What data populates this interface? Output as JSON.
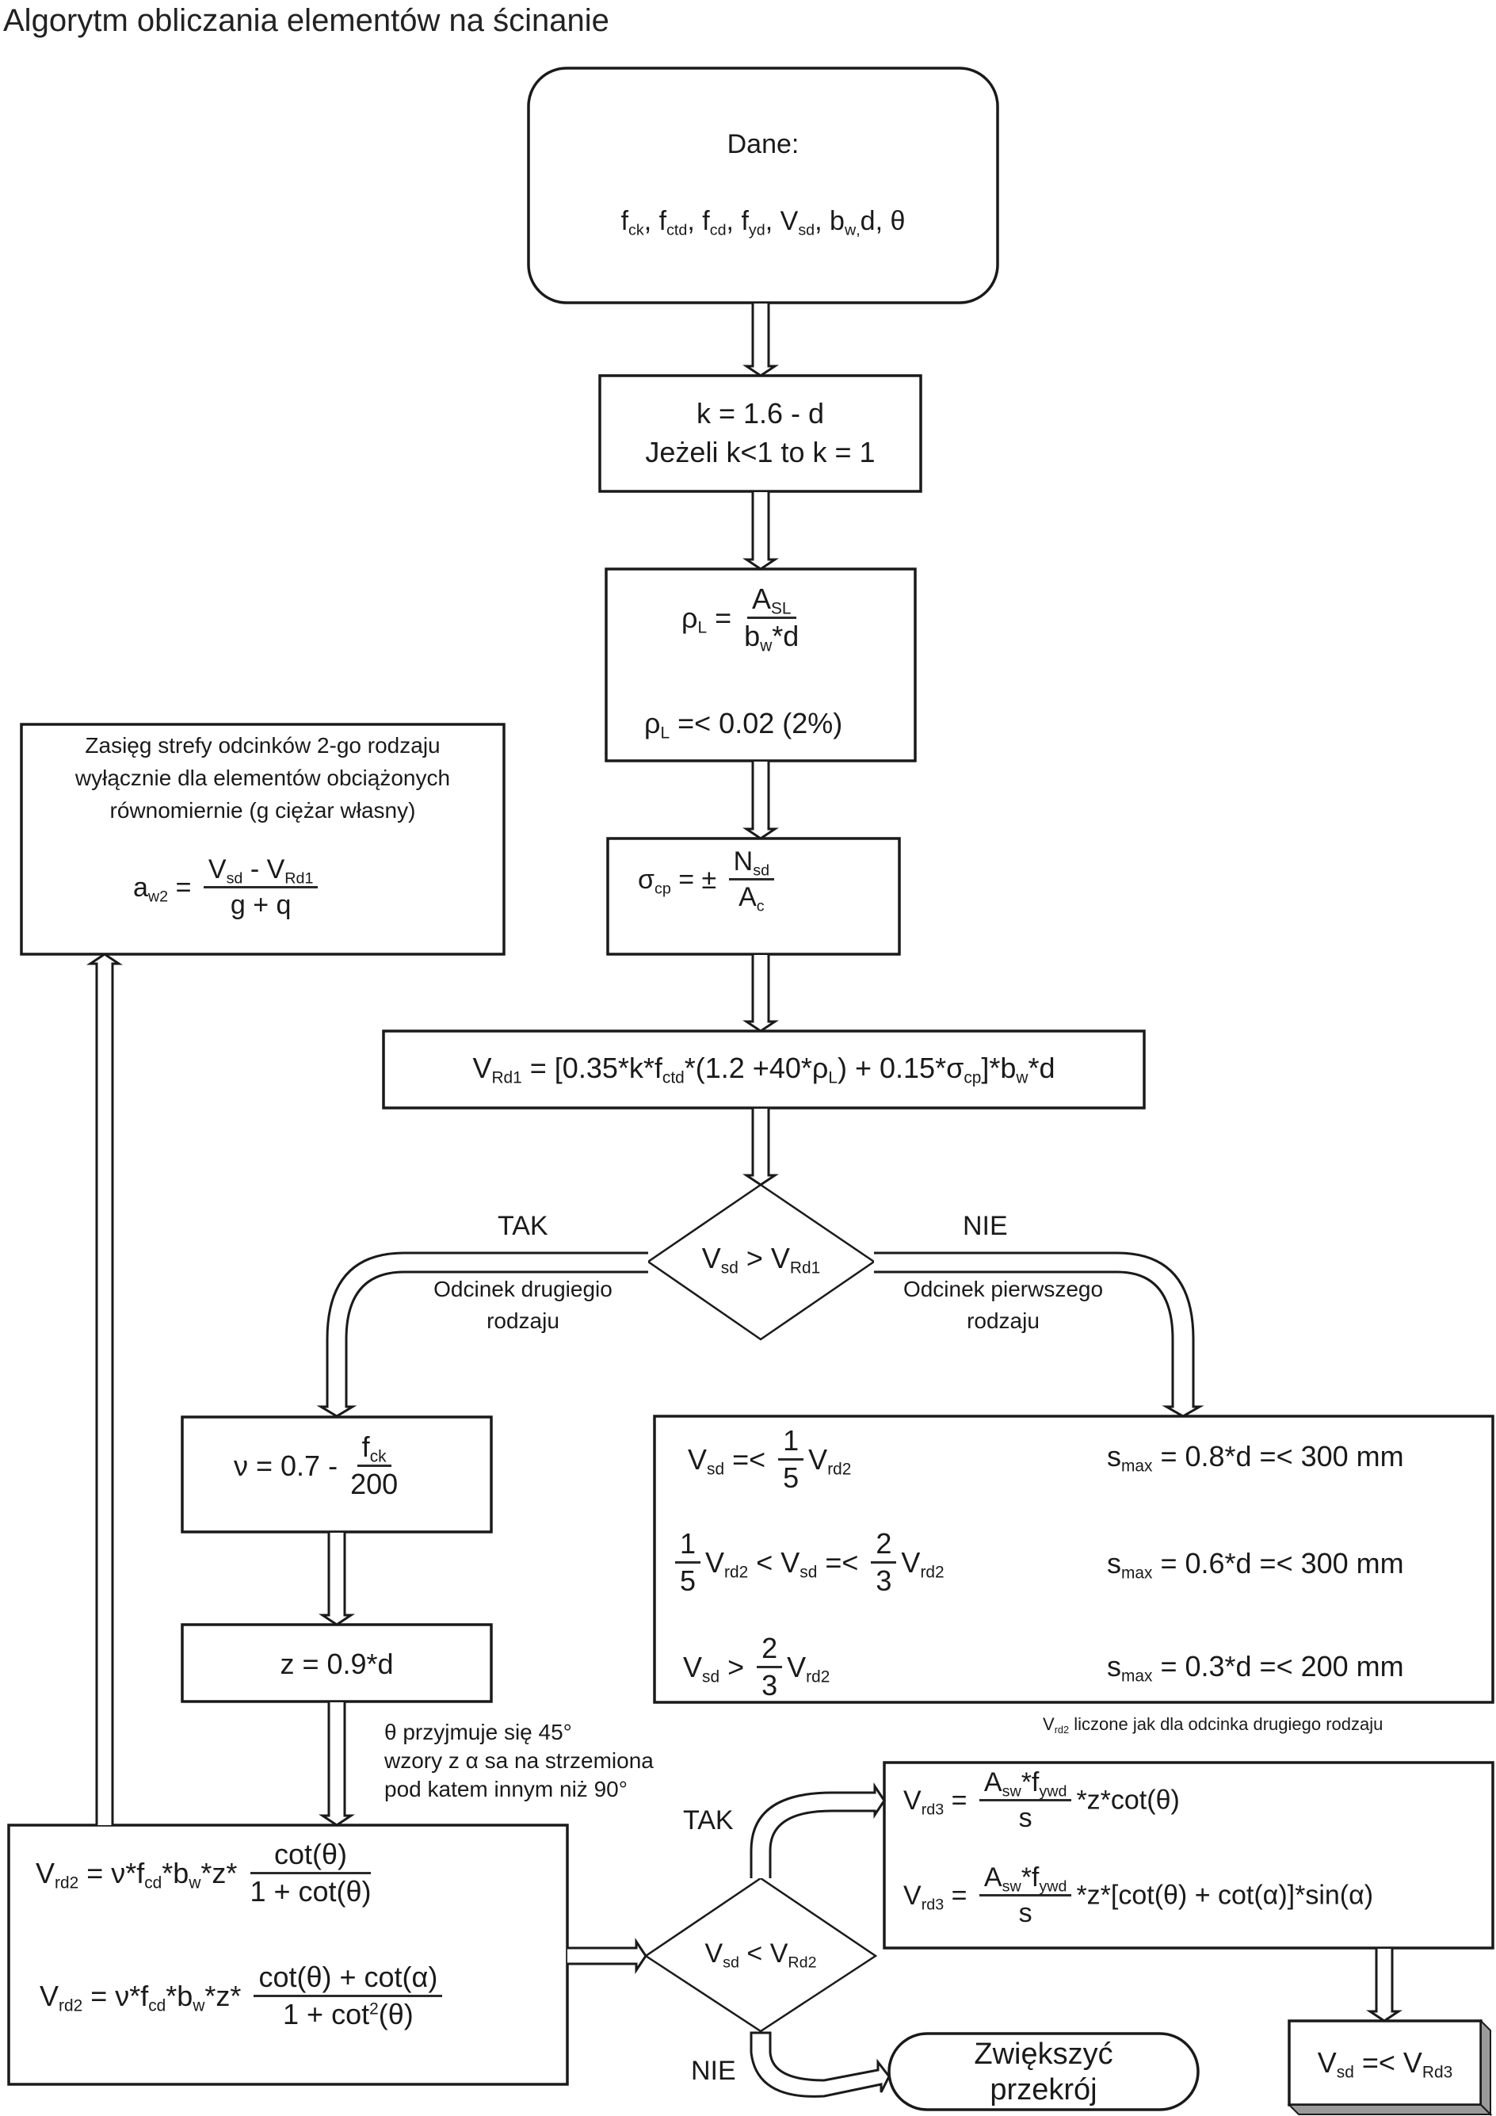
{
  "title": "Algorytm obliczania elementów na ścinanie",
  "start": {
    "label": "Dane:",
    "vars": [
      {
        "base": "f",
        "sub": "ck"
      },
      {
        "base": "f",
        "sub": "ctd"
      },
      {
        "base": "f",
        "sub": "cd"
      },
      {
        "base": "f",
        "sub": "yd"
      },
      {
        "base": "V",
        "sub": "sd"
      },
      {
        "base": "b",
        "sub": "w"
      },
      {
        "base": "d",
        "sub": ""
      },
      {
        "base": "θ",
        "sub": ""
      }
    ]
  },
  "k_box": {
    "line1": "k = 1.6 - d",
    "line2": "Jeżeli k<1 to k = 1"
  },
  "rho_box": {
    "lhs": "ρ",
    "lhs_sub": "L",
    "eq": "=",
    "num": "A",
    "num_sub": "SL",
    "den_a": "b",
    "den_sub": "w",
    "den_b": "*d",
    "limit_lhs": "ρ",
    "limit_sub": "L",
    "limit_rhs": "=< 0.02 (2%)"
  },
  "sigma_box": {
    "lhs": "σ",
    "lhs_sub": "cp",
    "eq": "= ±",
    "num": "N",
    "num_sub": "sd",
    "den": "A",
    "den_sub": "c"
  },
  "vrd1_box": {
    "lhs": "V",
    "lhs_sub": "Rd1",
    "p1": " = [0.35*k*f",
    "p1_sub": "ctd",
    "p2": "*(1.2 +40*ρ",
    "p2_sub": "L",
    "p3": ") + 0.15*σ",
    "p3_sub": "cp",
    "p4": "]*b",
    "p4_sub": "w",
    "p5": "*d"
  },
  "decision1": {
    "a": "V",
    "a_sub": "sd",
    "op": " > ",
    "b": "V",
    "b_sub": "Rd1",
    "yes_label": "TAK",
    "no_label": "NIE",
    "yes_note": [
      "Odcinek drugiegio",
      "rodzaju"
    ],
    "no_note": [
      "Odcinek pierwszego",
      "rodzaju"
    ]
  },
  "range_box": {
    "lines": [
      "Zasięg strefy odcinków 2-go rodzaju",
      "wyłącznie dla elementów obciążonych",
      "równomiernie (g ciężar własny)"
    ],
    "lhs": "a",
    "lhs_sub": "w2",
    "eq": "=",
    "num_a": "V",
    "num_a_sub": "sd",
    "num_mid": " - ",
    "num_b": "V",
    "num_b_sub": "Rd1",
    "den": "g + q"
  },
  "nu_box": {
    "lhs": "ν = 0.7 -",
    "num": "f",
    "num_sub": "ck",
    "den": "200"
  },
  "z_box": {
    "text": "z = 0.9*d"
  },
  "theta_note": [
    "θ przyjmuje się 45°",
    "wzory z α sa na strzemiona",
    "pod katem innym niż 90°"
  ],
  "smax_box": {
    "rows": [
      {
        "cond": "V_sd =< 1/5 V_rd2",
        "result_pre": "s",
        "result_sub": "max",
        "result": " = 0.8*d =< 300 mm"
      },
      {
        "cond": "1/5 V_rd2 < V_sd =< 2/3 V_rd2",
        "result_pre": "s",
        "result_sub": "max",
        "result": " = 0.6*d =< 300 mm"
      },
      {
        "cond": "V_sd > 2/3 V_rd2",
        "result_pre": "s",
        "result_sub": "max",
        "result": " = 0.3*d =< 200 mm"
      }
    ],
    "frac1_num": "1",
    "frac1_den": "5",
    "frac2_num": "2",
    "frac2_den": "3",
    "v": "V",
    "sd": "sd",
    "rd2": "rd2",
    "op_le": " =< ",
    "op_lt": " < ",
    "op_gt": " > ",
    "note_v": "V",
    "note_sub": "rd2",
    "note": " liczone jak dla odcinka drugiego rodzaju"
  },
  "vrd2_box": {
    "lhs": "V",
    "lhs_sub": "rd2",
    "mid1": " = ν*f",
    "mid1_sub": "cd",
    "mid2": "*b",
    "mid2_sub": "w",
    "mid3": "*z*",
    "f1_num": "cot(θ)",
    "f1_den": "1 + cot(θ)",
    "f2_num": "cot(θ) + cot(α)",
    "f2_den_a": "1 + cot",
    "f2_den_sup": "2",
    "f2_den_b": "(θ)"
  },
  "decision2": {
    "a": "V",
    "a_sub": "sd",
    "op": " < ",
    "b": "V",
    "b_sub": "Rd2",
    "yes_label": "TAK",
    "no_label": "NIE"
  },
  "vrd3_box": {
    "lhs": "V",
    "lhs_sub": "rd3",
    "eq": " = ",
    "num_a": "A",
    "num_a_sub": "sw",
    "num_b": "*f",
    "num_b_sub": "ywd",
    "den": "s",
    "tail1": "*z*cot(θ)",
    "tail2": "*z*[cot(θ) + cot(α)]*sin(α)"
  },
  "terminator_fail": {
    "line1": "Zwiększyć",
    "line2": "przekrój"
  },
  "result_box": {
    "a": "V",
    "a_sub": "sd",
    "op": " =< ",
    "b": "V",
    "b_sub": "Rd3"
  },
  "colors": {
    "stroke": "#1a1a1a",
    "text": "#1a1a1a",
    "bevel": "#9a9a9a",
    "background": "#ffffff"
  }
}
